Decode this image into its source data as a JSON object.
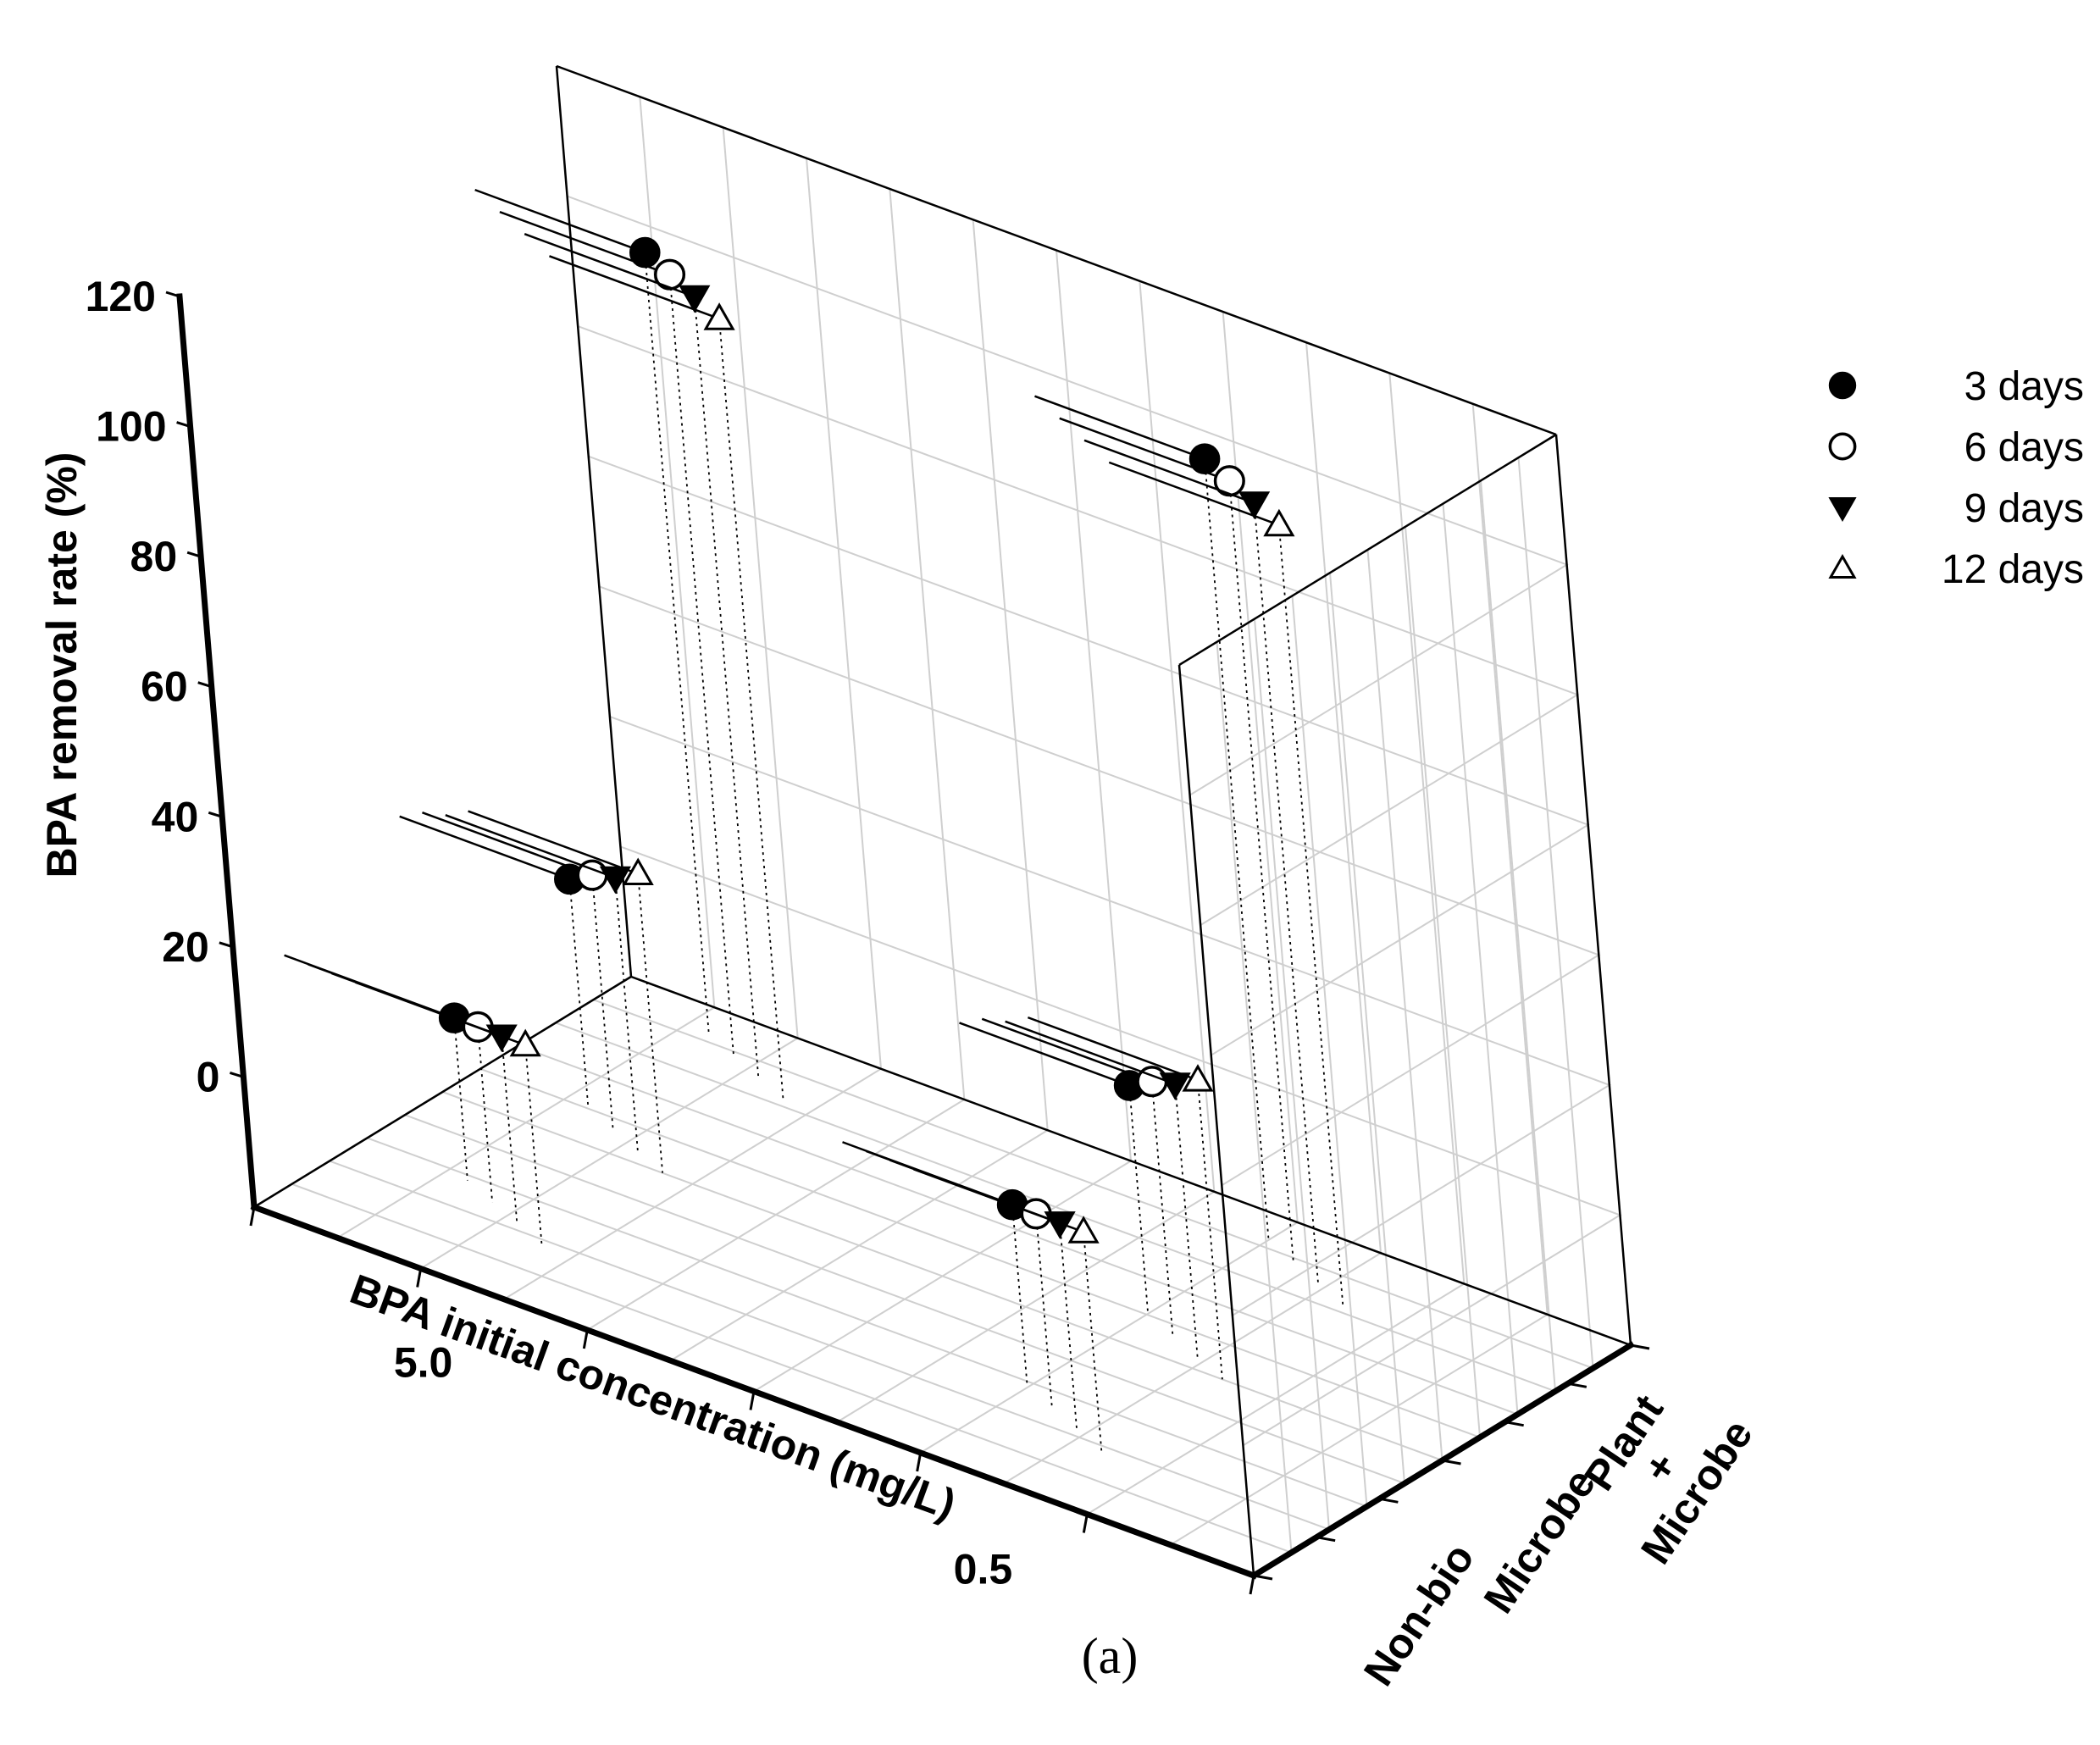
{
  "chart_data": {
    "type": "scatter",
    "projection": "3d",
    "title": "",
    "caption": "(a)",
    "xlabel": "BPA initial concentration (mg/L)",
    "ylabel": "",
    "zlabel": "BPA removal rate (%)",
    "x_categories": [
      "5.0",
      "0.5"
    ],
    "y_categories": [
      "Non-bio",
      "Microbe",
      "Plant\n+\nMicrobe"
    ],
    "zlim": [
      -20,
      120
    ],
    "z_ticks": [
      0,
      20,
      40,
      60,
      80,
      100,
      120
    ],
    "grid": true,
    "legend_position": "right",
    "series": [
      {
        "name": "3 days",
        "marker": "filled-circle",
        "values": [
          {
            "x": "5.0",
            "y": "Non-bio",
            "z": 5
          },
          {
            "x": "0.5",
            "y": "Non-bio",
            "z": 8
          },
          {
            "x": "5.0",
            "y": "Microbe",
            "z": 15
          },
          {
            "x": "0.5",
            "y": "Microbe",
            "z": 15
          },
          {
            "x": "5.0",
            "y": "Plant\n+\nMicrobe",
            "z": 100
          },
          {
            "x": "0.5",
            "y": "Plant\n+\nMicrobe",
            "z": 100
          }
        ]
      },
      {
        "name": "6 days",
        "marker": "open-circle",
        "values": [
          {
            "x": "5.0",
            "y": "Non-bio",
            "z": 7
          },
          {
            "x": "0.5",
            "y": "Non-bio",
            "z": 10
          },
          {
            "x": "5.0",
            "y": "Microbe",
            "z": 19
          },
          {
            "x": "0.5",
            "y": "Microbe",
            "z": 19
          },
          {
            "x": "5.0",
            "y": "Plant\n+\nMicrobe",
            "z": 100
          },
          {
            "x": "0.5",
            "y": "Plant\n+\nMicrobe",
            "z": 100
          }
        ]
      },
      {
        "name": "9 days",
        "marker": "filled-triangle-down",
        "values": [
          {
            "x": "5.0",
            "y": "Non-bio",
            "z": 9
          },
          {
            "x": "0.5",
            "y": "Non-bio",
            "z": 12
          },
          {
            "x": "5.0",
            "y": "Microbe",
            "z": 22
          },
          {
            "x": "0.5",
            "y": "Microbe",
            "z": 22
          },
          {
            "x": "5.0",
            "y": "Plant\n+\nMicrobe",
            "z": 100
          },
          {
            "x": "0.5",
            "y": "Plant\n+\nMicrobe",
            "z": 100
          }
        ]
      },
      {
        "name": "12 days",
        "marker": "open-triangle-up",
        "values": [
          {
            "x": "5.0",
            "y": "Non-bio",
            "z": 11
          },
          {
            "x": "0.5",
            "y": "Non-bio",
            "z": 14
          },
          {
            "x": "5.0",
            "y": "Microbe",
            "z": 26
          },
          {
            "x": "0.5",
            "y": "Microbe",
            "z": 26
          },
          {
            "x": "5.0",
            "y": "Plant\n+\nMicrobe",
            "z": 100
          },
          {
            "x": "0.5",
            "y": "Plant\n+\nMicrobe",
            "z": 100
          }
        ]
      }
    ]
  }
}
